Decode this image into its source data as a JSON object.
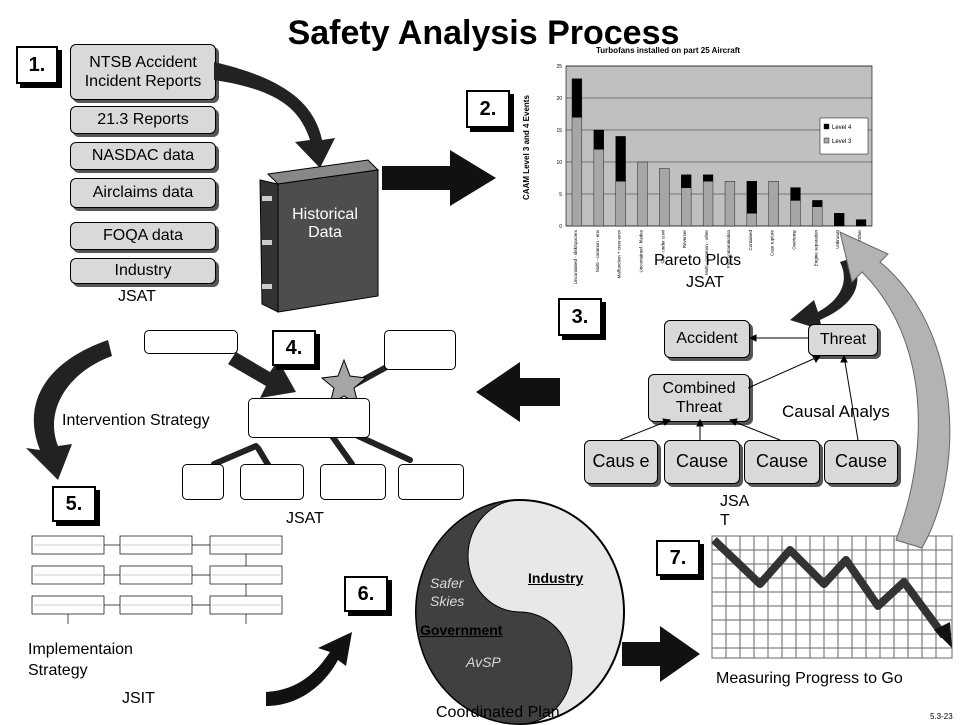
{
  "title": "Safety Analysis Process",
  "steps": {
    "s1": "1.",
    "s2": "2.",
    "s3": "3.",
    "s4": "4.",
    "s5": "5.",
    "s6": "6.",
    "s7": "7."
  },
  "sources": [
    "NTSB Accident Incident Reports",
    "21.3 Reports",
    "NASDAC data",
    "Airclaims data",
    "FOQA data",
    "Industry"
  ],
  "sources_caption": "JSAT",
  "historical": "Historical Data",
  "pareto": {
    "label": "Pareto Plots",
    "caption": "JSAT"
  },
  "causal": {
    "accident": "Accident",
    "threat": "Threat",
    "combined": "Combined Threat",
    "causes": [
      "Caus e",
      "Cause",
      "Cause",
      "Cause"
    ],
    "label": "Causal Analys",
    "caption": "JSA T"
  },
  "intervention": {
    "label": "Intervention Strategy",
    "caption": "JSAT"
  },
  "implementation": {
    "label": "Implementaion Strategy",
    "caption": "JSIT"
  },
  "plan": {
    "safer": "Safer Skies",
    "government": "Government",
    "avsp": "AvSP",
    "industry": "Industry",
    "label": "Coordinated Plan"
  },
  "measure": {
    "label": "Measuring Progress to Go"
  },
  "page_num": "5.3-23",
  "chart_data": {
    "type": "bar",
    "title": "Turbofans installed on part 25 Aircraft",
    "ylabel": "CAAM Level 3 and 4 Events",
    "ylim": [
      0,
      25
    ],
    "yticks": [
      "0",
      "5",
      "10",
      "15",
      "20",
      "25"
    ],
    "categories": [
      "Uncontained - disk/spacers",
      "Multi - common - env",
      "Malfunction + crew error",
      "Uncontained - blades",
      "Fire - under cowl",
      "Reverser",
      "Multi - common - other",
      "Fuel contamination",
      "Contained",
      "Case rupture",
      "Overtemp",
      "Engine separation",
      "Unknown",
      "Other"
    ],
    "series": [
      {
        "name": "Level 4",
        "color": "#000000",
        "values": [
          6,
          3,
          7,
          0,
          0,
          2,
          1,
          0,
          5,
          0,
          2,
          1,
          2,
          1
        ]
      },
      {
        "name": "Level 3",
        "color": "#a6a6a6",
        "values": [
          17,
          12,
          7,
          10,
          9,
          6,
          7,
          7,
          2,
          7,
          4,
          3,
          0,
          0
        ]
      }
    ],
    "legend": "right"
  },
  "colors": {
    "box": "#d9d9d9",
    "dark": "#404040",
    "arrow": "#222222",
    "plot_bg": "#c0c0c0"
  }
}
